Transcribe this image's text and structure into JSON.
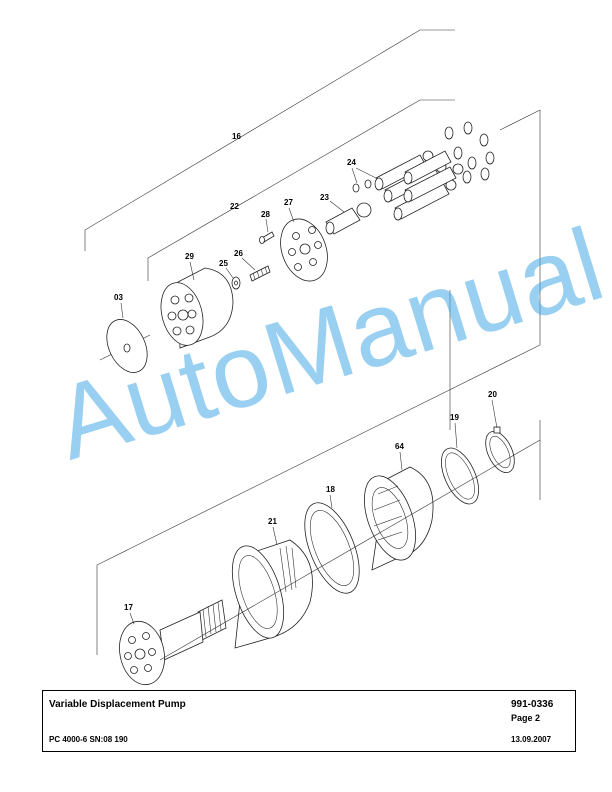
{
  "callouts": {
    "c16": "16",
    "c22": "22",
    "c24": "24",
    "c28": "28",
    "c27": "27",
    "c23": "23",
    "c29": "29",
    "c26": "26",
    "c25": "25",
    "c03": "03",
    "c20": "20",
    "c19": "19",
    "c64": "64",
    "c18": "18",
    "c21": "21",
    "c17": "17"
  },
  "watermark": {
    "text": "AutoManual",
    "color": "#46aae6"
  },
  "title_block": {
    "title": "Variable Displacement Pump",
    "doc_number": "991-0336",
    "page": "Page 2",
    "model": "PC 4000-6 SN:08 190",
    "date": "13.09.2007"
  }
}
